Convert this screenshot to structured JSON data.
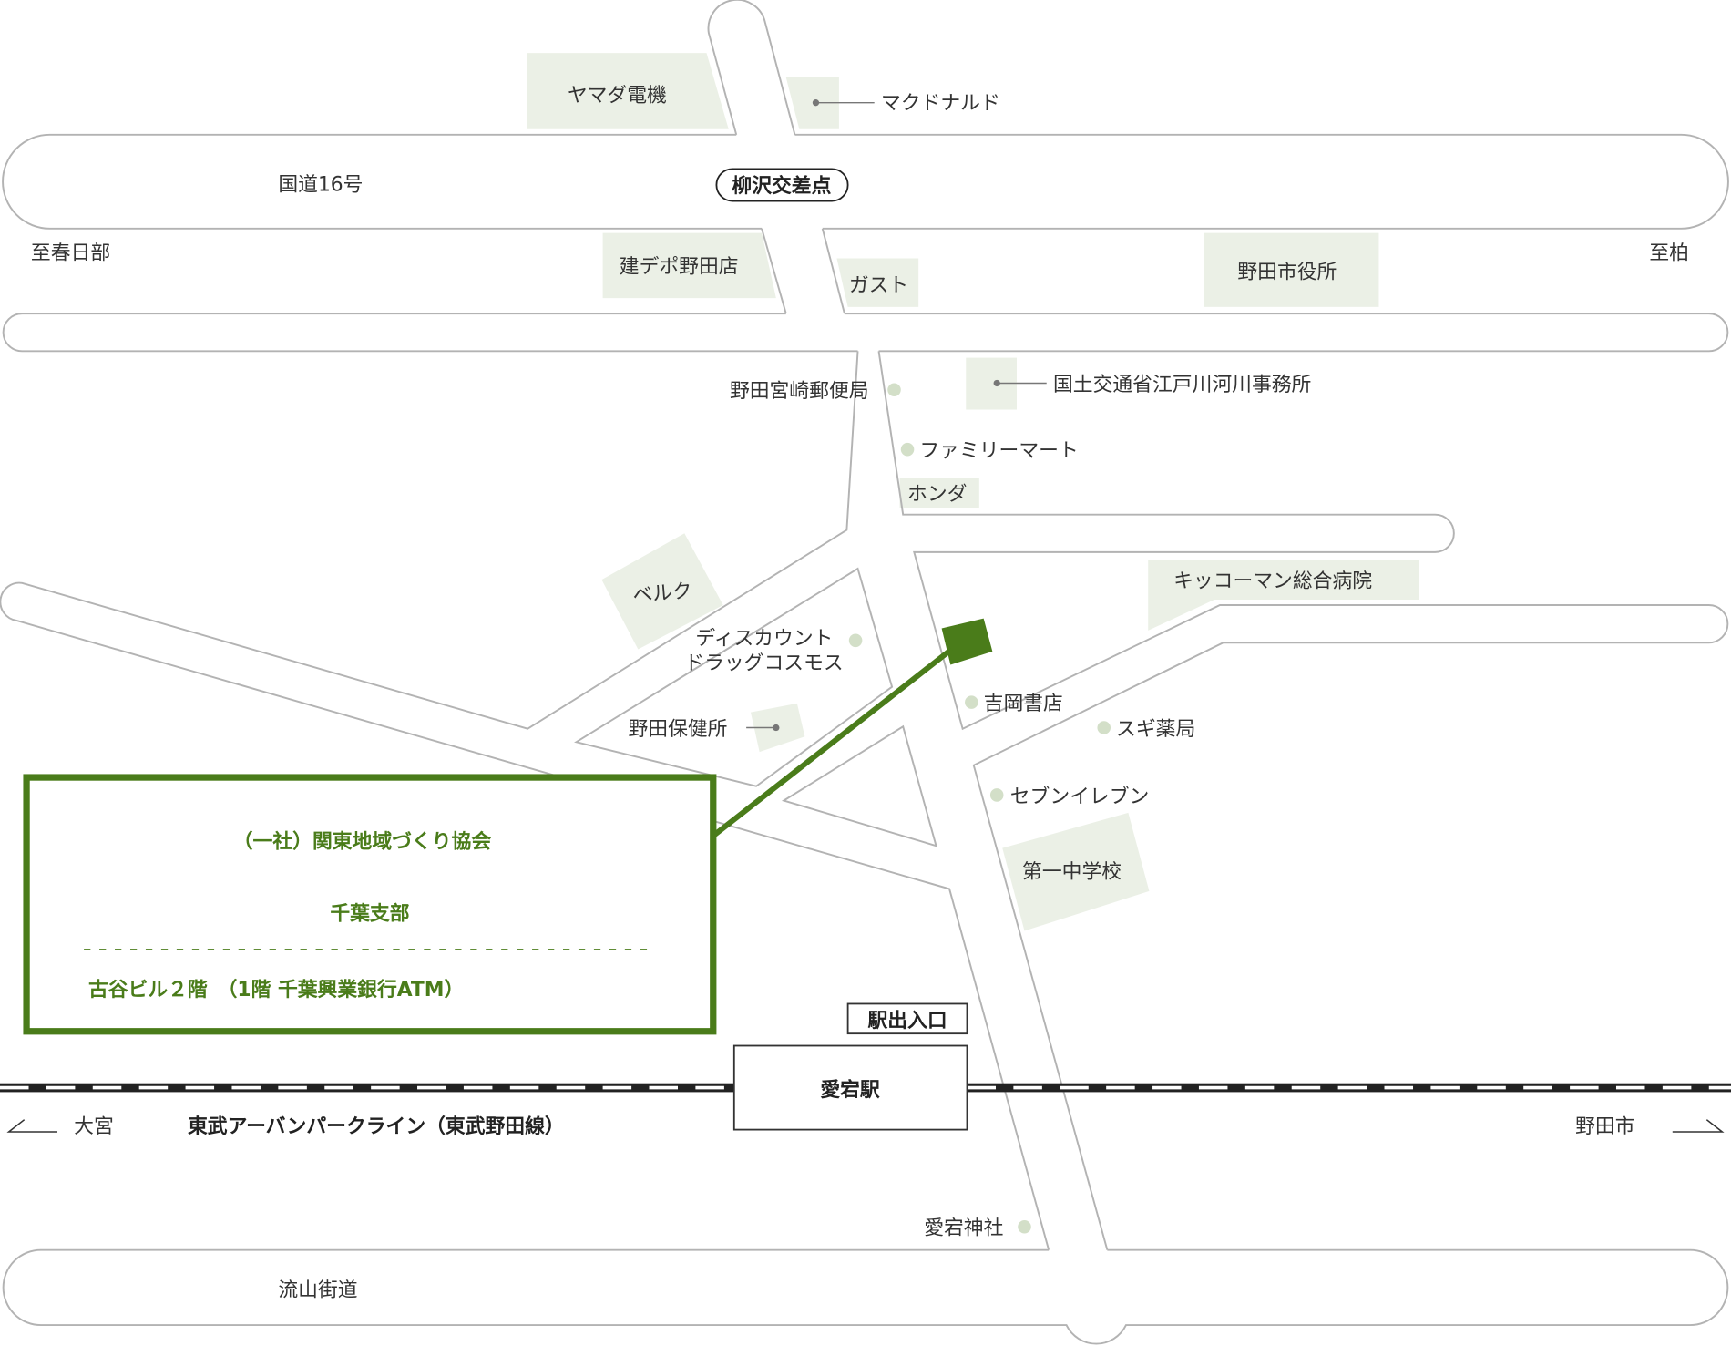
{
  "colors": {
    "accent": "#4a7c1a",
    "building": "#ebf0e6",
    "road": "#b3b3b3",
    "marker": "#d3dfc8"
  },
  "roads": {
    "route16": "国道16号",
    "ryugasaki_kaido": "流山街道",
    "to_kasukabe": "至春日部",
    "to_kashiwa": "至柏"
  },
  "intersection": "柳沢交差点",
  "railway": {
    "line": "東武アーバンパークライン（東武野田線）",
    "west": "大宮",
    "east": "野田市",
    "station": "愛宕駅",
    "exit": "駅出入口"
  },
  "landmarks": {
    "yamada": "ヤマダ電機",
    "mcdonalds": "マクドナルド",
    "kendepo": "建デポ野田店",
    "gusto": "ガスト",
    "city_hall": "野田市役所",
    "post_office": "野田宮崎郵便局",
    "mlit": "国土交通省江戸川河川事務所",
    "familymart": "ファミリーマート",
    "honda": "ホンダ",
    "kikkoman": "キッコーマン総合病院",
    "belc": "ベルク",
    "cosmos_1": "ディスカウント",
    "cosmos_2": "ドラッグコスモス",
    "health_center": "野田保健所",
    "yoshioka": "吉岡書店",
    "sugi": "スギ薬局",
    "seven": "セブンイレブン",
    "school": "第一中学校",
    "shrine": "愛宕神社"
  },
  "callout": {
    "org": "（一社）関東地域づくり協会",
    "branch": "千葉支部",
    "address": "古谷ビル２階　（1階 千葉興業銀行ATM）"
  }
}
